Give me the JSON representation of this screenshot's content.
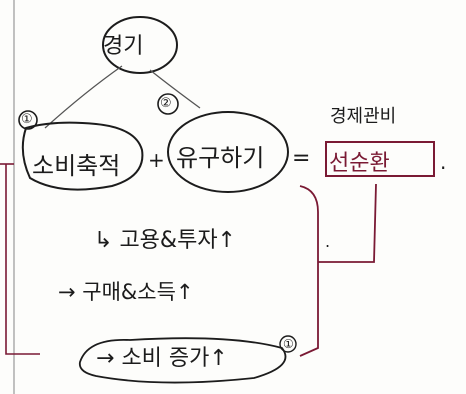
{
  "root": "경기",
  "markers": {
    "one": "①",
    "two": "②",
    "three": "①"
  },
  "left_term": "소비축적",
  "plus_sign": "+",
  "right_term": "유구하기",
  "equals_sign": "=",
  "economic_label": "경제관비",
  "result": "선순환",
  "trailing_dot": ".",
  "branch_dot": ".",
  "consequences": [
    {
      "arrow": "↳",
      "text": "고용&투자↑"
    },
    {
      "arrow": "→",
      "text": "구매&소득↑"
    },
    {
      "arrow": "→",
      "text": "소비 증가↑"
    }
  ],
  "ink_colors": {
    "black": "#1c1c1c",
    "red": "#7a1a34"
  }
}
